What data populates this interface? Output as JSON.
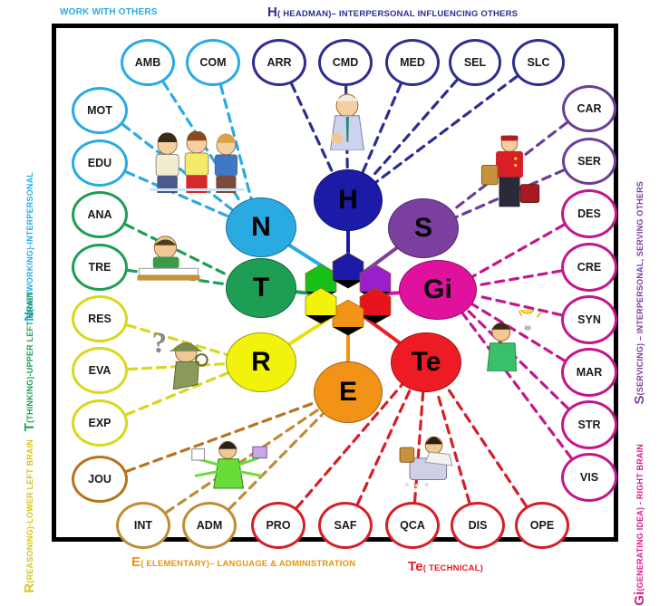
{
  "diagram": {
    "title_top_left": "WORK WITH OTHERS",
    "captions": {
      "top_center": {
        "letter": "H",
        "text": "( HEADMAN)–  INTERPERSONAL  INFLUENCING OTHERS",
        "color": "#2E2E8F"
      },
      "left_1": {
        "letter": "N",
        "text": "(NETWORKING)-INTERPERSONAL",
        "color": "#29ABE2"
      },
      "left_2": {
        "letter": "T",
        "text": "(THINKING)-UPPER LEFT BRAIN",
        "color": "#1E9E55"
      },
      "left_3": {
        "letter": "R",
        "text": "(REASONING)-LOWER LEFT BRAIN",
        "color": "#D8C51C"
      },
      "right_1": {
        "letter": "S",
        "text": "(SERVICING) – INTERPERSONAL, SERVING OTHERS",
        "color": "#7B3FA0"
      },
      "right_2": {
        "letter": "Gi",
        "text": "(GENERATING IDEA) - RIGHT BRAIN",
        "color": "#D81B8C"
      },
      "bottom_1": {
        "letter": "E",
        "text": "( ELEMENTARY)– LANGUAGE &  ADMINISTRATION",
        "color": "#E8940C"
      },
      "bottom_2": {
        "letter": "Te",
        "text": "( TECHNICAL)",
        "color": "#E01B22"
      }
    },
    "hubs": [
      {
        "id": "N",
        "label": "N",
        "color": "#29ABE2"
      },
      {
        "id": "H",
        "label": "H",
        "color": "#1B1BA8"
      },
      {
        "id": "S",
        "label": "S",
        "color": "#7B3FA0"
      },
      {
        "id": "T",
        "label": "T",
        "color": "#1E9E55"
      },
      {
        "id": "Gi",
        "label": "Gi",
        "color": "#E0119D"
      },
      {
        "id": "R",
        "label": "R",
        "color": "#F2F20D"
      },
      {
        "id": "E",
        "label": "E",
        "color": "#F29318"
      },
      {
        "id": "Te",
        "label": "Te",
        "color": "#ED1C24"
      }
    ],
    "hex_colors": [
      "#17C017",
      "#1B1BA8",
      "#9B1FC9",
      "#E8131C",
      "#F29318",
      "#F2F20D"
    ],
    "nodes": [
      {
        "label": "AMB",
        "group": "N",
        "color": "#29ABE2"
      },
      {
        "label": "COM",
        "group": "N",
        "color": "#29ABE2"
      },
      {
        "label": "MOT",
        "group": "N",
        "color": "#29ABE2"
      },
      {
        "label": "EDU",
        "group": "N",
        "color": "#29ABE2"
      },
      {
        "label": "ARR",
        "group": "H",
        "color": "#2E2E8F"
      },
      {
        "label": "CMD",
        "group": "H",
        "color": "#2E2E8F"
      },
      {
        "label": "MED",
        "group": "H",
        "color": "#2E2E8F"
      },
      {
        "label": "SEL",
        "group": "H",
        "color": "#2E2E8F"
      },
      {
        "label": "SLC",
        "group": "H",
        "color": "#2E2E8F"
      },
      {
        "label": "CAR",
        "group": "S",
        "color": "#6C3F96"
      },
      {
        "label": "SER",
        "group": "S",
        "color": "#6C3F96"
      },
      {
        "label": "ANA",
        "group": "T",
        "color": "#1E9E55"
      },
      {
        "label": "TRE",
        "group": "T",
        "color": "#1E9E55"
      },
      {
        "label": "DES",
        "group": "Gi",
        "color": "#C2178E"
      },
      {
        "label": "CRE",
        "group": "Gi",
        "color": "#C2178E"
      },
      {
        "label": "SYN",
        "group": "Gi",
        "color": "#C2178E"
      },
      {
        "label": "MAR",
        "group": "Gi",
        "color": "#C2178E"
      },
      {
        "label": "STR",
        "group": "Gi",
        "color": "#C2178E"
      },
      {
        "label": "VIS",
        "group": "Gi",
        "color": "#C2178E"
      },
      {
        "label": "RES",
        "group": "R",
        "color": "#D8D81C"
      },
      {
        "label": "EVA",
        "group": "R",
        "color": "#D8D81C"
      },
      {
        "label": "EXP",
        "group": "R",
        "color": "#D8D81C"
      },
      {
        "label": "JOU",
        "group": "E",
        "color": "#B5741E"
      },
      {
        "label": "INT",
        "group": "E",
        "color": "#C08C35"
      },
      {
        "label": "ADM",
        "group": "E",
        "color": "#C08C35"
      },
      {
        "label": "PRO",
        "group": "Te",
        "color": "#D41F26"
      },
      {
        "label": "SAF",
        "group": "Te",
        "color": "#D41F26"
      },
      {
        "label": "QCA",
        "group": "Te",
        "color": "#D41F26"
      },
      {
        "label": "DIS",
        "group": "Te",
        "color": "#D41F26"
      },
      {
        "label": "OPE",
        "group": "Te",
        "color": "#D41F26"
      }
    ],
    "clipart": [
      {
        "name": "three-people-clipart",
        "group": "N"
      },
      {
        "name": "businessman-clipart",
        "group": "H"
      },
      {
        "name": "bellhop-porter-clipart",
        "group": "S"
      },
      {
        "name": "reader-at-desk-clipart",
        "group": "T"
      },
      {
        "name": "detective-question-mark-clipart",
        "group": "R"
      },
      {
        "name": "idea-lightbulb-person-clipart",
        "group": "Gi"
      },
      {
        "name": "multitasking-clerk-clipart",
        "group": "E"
      },
      {
        "name": "technician-at-machine-clipart",
        "group": "Te"
      }
    ]
  }
}
